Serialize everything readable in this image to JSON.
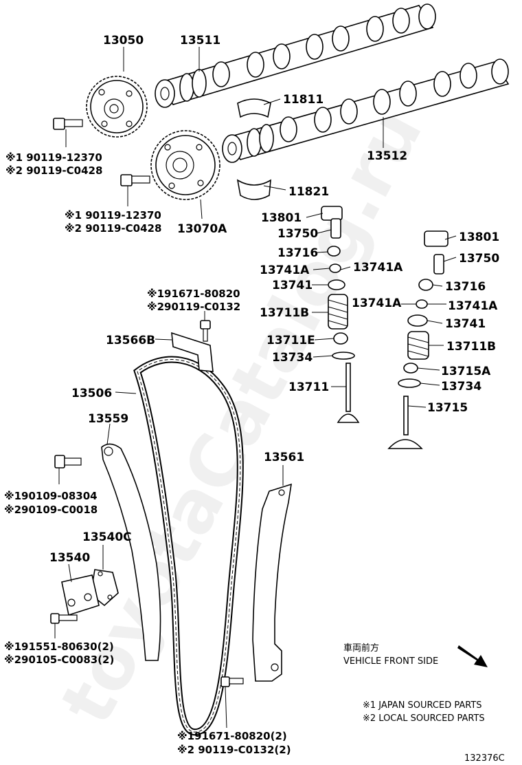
{
  "watermark": "toyotaCatalog.ru",
  "labels": {
    "p13050": "13050",
    "p13511": "13511",
    "p11811": "11811",
    "p13512": "13512",
    "p11821": "11821",
    "p13070A": "13070A",
    "bolt1_l1": "※1 90119-12370",
    "bolt1_l2": "※2 90119-C0428",
    "bolt2_l1": "※1 90119-12370",
    "bolt2_l2": "※2 90119-C0428",
    "p13801_a": "13801",
    "p13750_a": "13750",
    "p13716_a": "13716",
    "p13741A_a1": "13741A",
    "p13741A_a2": "13741A",
    "p13741_a": "13741",
    "p13711B_a": "13711B",
    "p13711E": "13711E",
    "p13734_a": "13734",
    "p13711": "13711",
    "p13801_b": "13801",
    "p13750_b": "13750",
    "p13716_b": "13716",
    "p13741A_b1": "13741A",
    "p13741A_b2": "13741A",
    "p13741_b": "13741",
    "p13711B_b": "13711B",
    "p13715A": "13715A",
    "p13734_b": "13734",
    "p13715": "13715",
    "guide_bolt_l1": "※191671-80820",
    "guide_bolt_l2": "※290119-C0132",
    "p13566B": "13566B",
    "p13506": "13506",
    "p13559": "13559",
    "slipper_bolt_l1": "※190109-08304",
    "slipper_bolt_l2": "※290109-C0018",
    "p13540C": "13540C",
    "p13540": "13540",
    "tens_bolt_l1": "※191551-80630(2)",
    "tens_bolt_l2": "※290105-C0083(2)",
    "p13561": "13561",
    "damper_bolt_l1": "※191671-80820(2)",
    "damper_bolt_l2": "※2 90119-C0132(2)"
  },
  "legend": {
    "front_jp": "車両前方",
    "front_en": "VEHICLE FRONT SIDE",
    "note1": "※1 JAPAN SOURCED PARTS",
    "note2": "※2 LOCAL SOURCED PARTS"
  },
  "figure_id": "132376C"
}
